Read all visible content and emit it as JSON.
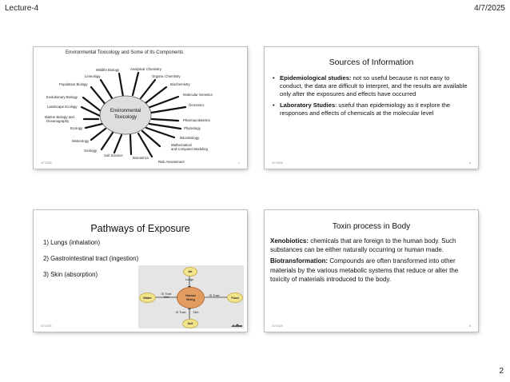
{
  "header": {
    "left": "Lecture-4",
    "right": "4/7/2025"
  },
  "page_number": "2",
  "slides": [
    {
      "title": "Environmental Toxicology and Some of Its Components",
      "hub": [
        "Environmental",
        "Toxicology"
      ],
      "labels": [
        "Wildlife Biology",
        "Analytical Chemistry",
        "Limnology",
        "Organic Chemistry",
        "Population Biology",
        "Biochemistry",
        "Molecular Genetics",
        "Evolutionary Biology",
        "Genomics",
        "Landscape Ecology",
        "Marine Biology and",
        "Oceanography",
        "Pharmacokinetics",
        "Ecology",
        "Physiology",
        "Microbiology",
        "Meterology",
        "Mathematical",
        "and Computer Modeling",
        "Geology",
        "Soil Science",
        "Biometrics",
        "Risk Assessment"
      ],
      "footer_date": "4/7/2025",
      "footer_num": "1"
    },
    {
      "title": "Sources of Information",
      "bullets": [
        {
          "bullet": "•",
          "term": "Epidemiological studies:",
          "text": " not so useful because is not easy to conduct, the data are difficult to interpret, and the results are available only after the exposures and effects have occurred"
        },
        {
          "bullet": "•",
          "term": "Laboratory Studies",
          "text": ": useful than epidemiology as it explore the responses and effects of chemicals at the molecular level"
        }
      ],
      "footer_date": "4/7/2025",
      "footer_num": "6"
    },
    {
      "title": "Pathways of Exposure",
      "items": [
        "1) Lungs (inhalation)",
        "2) Gastrointestinal tract (ingestion)",
        "3) Skin (absorption)"
      ],
      "diagram": {
        "air": "Air",
        "lungs": "Lungs",
        "water": "Water",
        "gi_skin": [
          "GI Tract",
          "Skin"
        ],
        "hub": [
          "Human",
          "Being"
        ],
        "gi_right": "GI Tract",
        "food": "Food",
        "gi_bottom": "GI Tract",
        "skin": "Skin",
        "soil": "Soil"
      },
      "footer_date": "4/7/2025"
    },
    {
      "title": "Toxin process in Body",
      "paragraphs": [
        {
          "term": "Xenobiotics:",
          "text": " chemicals that are foreign to the human body. Such substances can be either naturally occurring or human made."
        },
        {
          "term": "Biotransformation:",
          "text": " Compounds are often transformed into other materials by the various metabolic systems that reduce or alter the toxicity of materials introduced to the body."
        }
      ],
      "footer_date": "4/7/2025",
      "footer_num": "8"
    }
  ]
}
